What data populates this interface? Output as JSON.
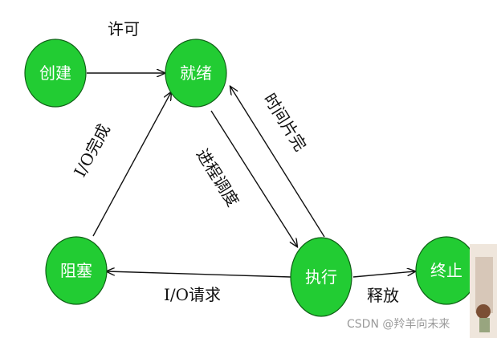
{
  "nodes": {
    "create": "创建",
    "ready": "就绪",
    "blocked": "阻塞",
    "running": "执行",
    "terminated": "终止"
  },
  "edges": {
    "create_to_ready": "许可",
    "blocked_to_ready": "I/O完成",
    "ready_to_running": "进程调度",
    "running_to_ready": "时间片完",
    "running_to_blocked": "I/O请求",
    "running_to_terminated": "释放"
  },
  "watermark": "CSDN @羚羊向未来",
  "colors": {
    "node_fill": "#22cc33",
    "node_stroke": "#0f5f16",
    "label_text": "#ffffff",
    "edge": "#111111"
  }
}
